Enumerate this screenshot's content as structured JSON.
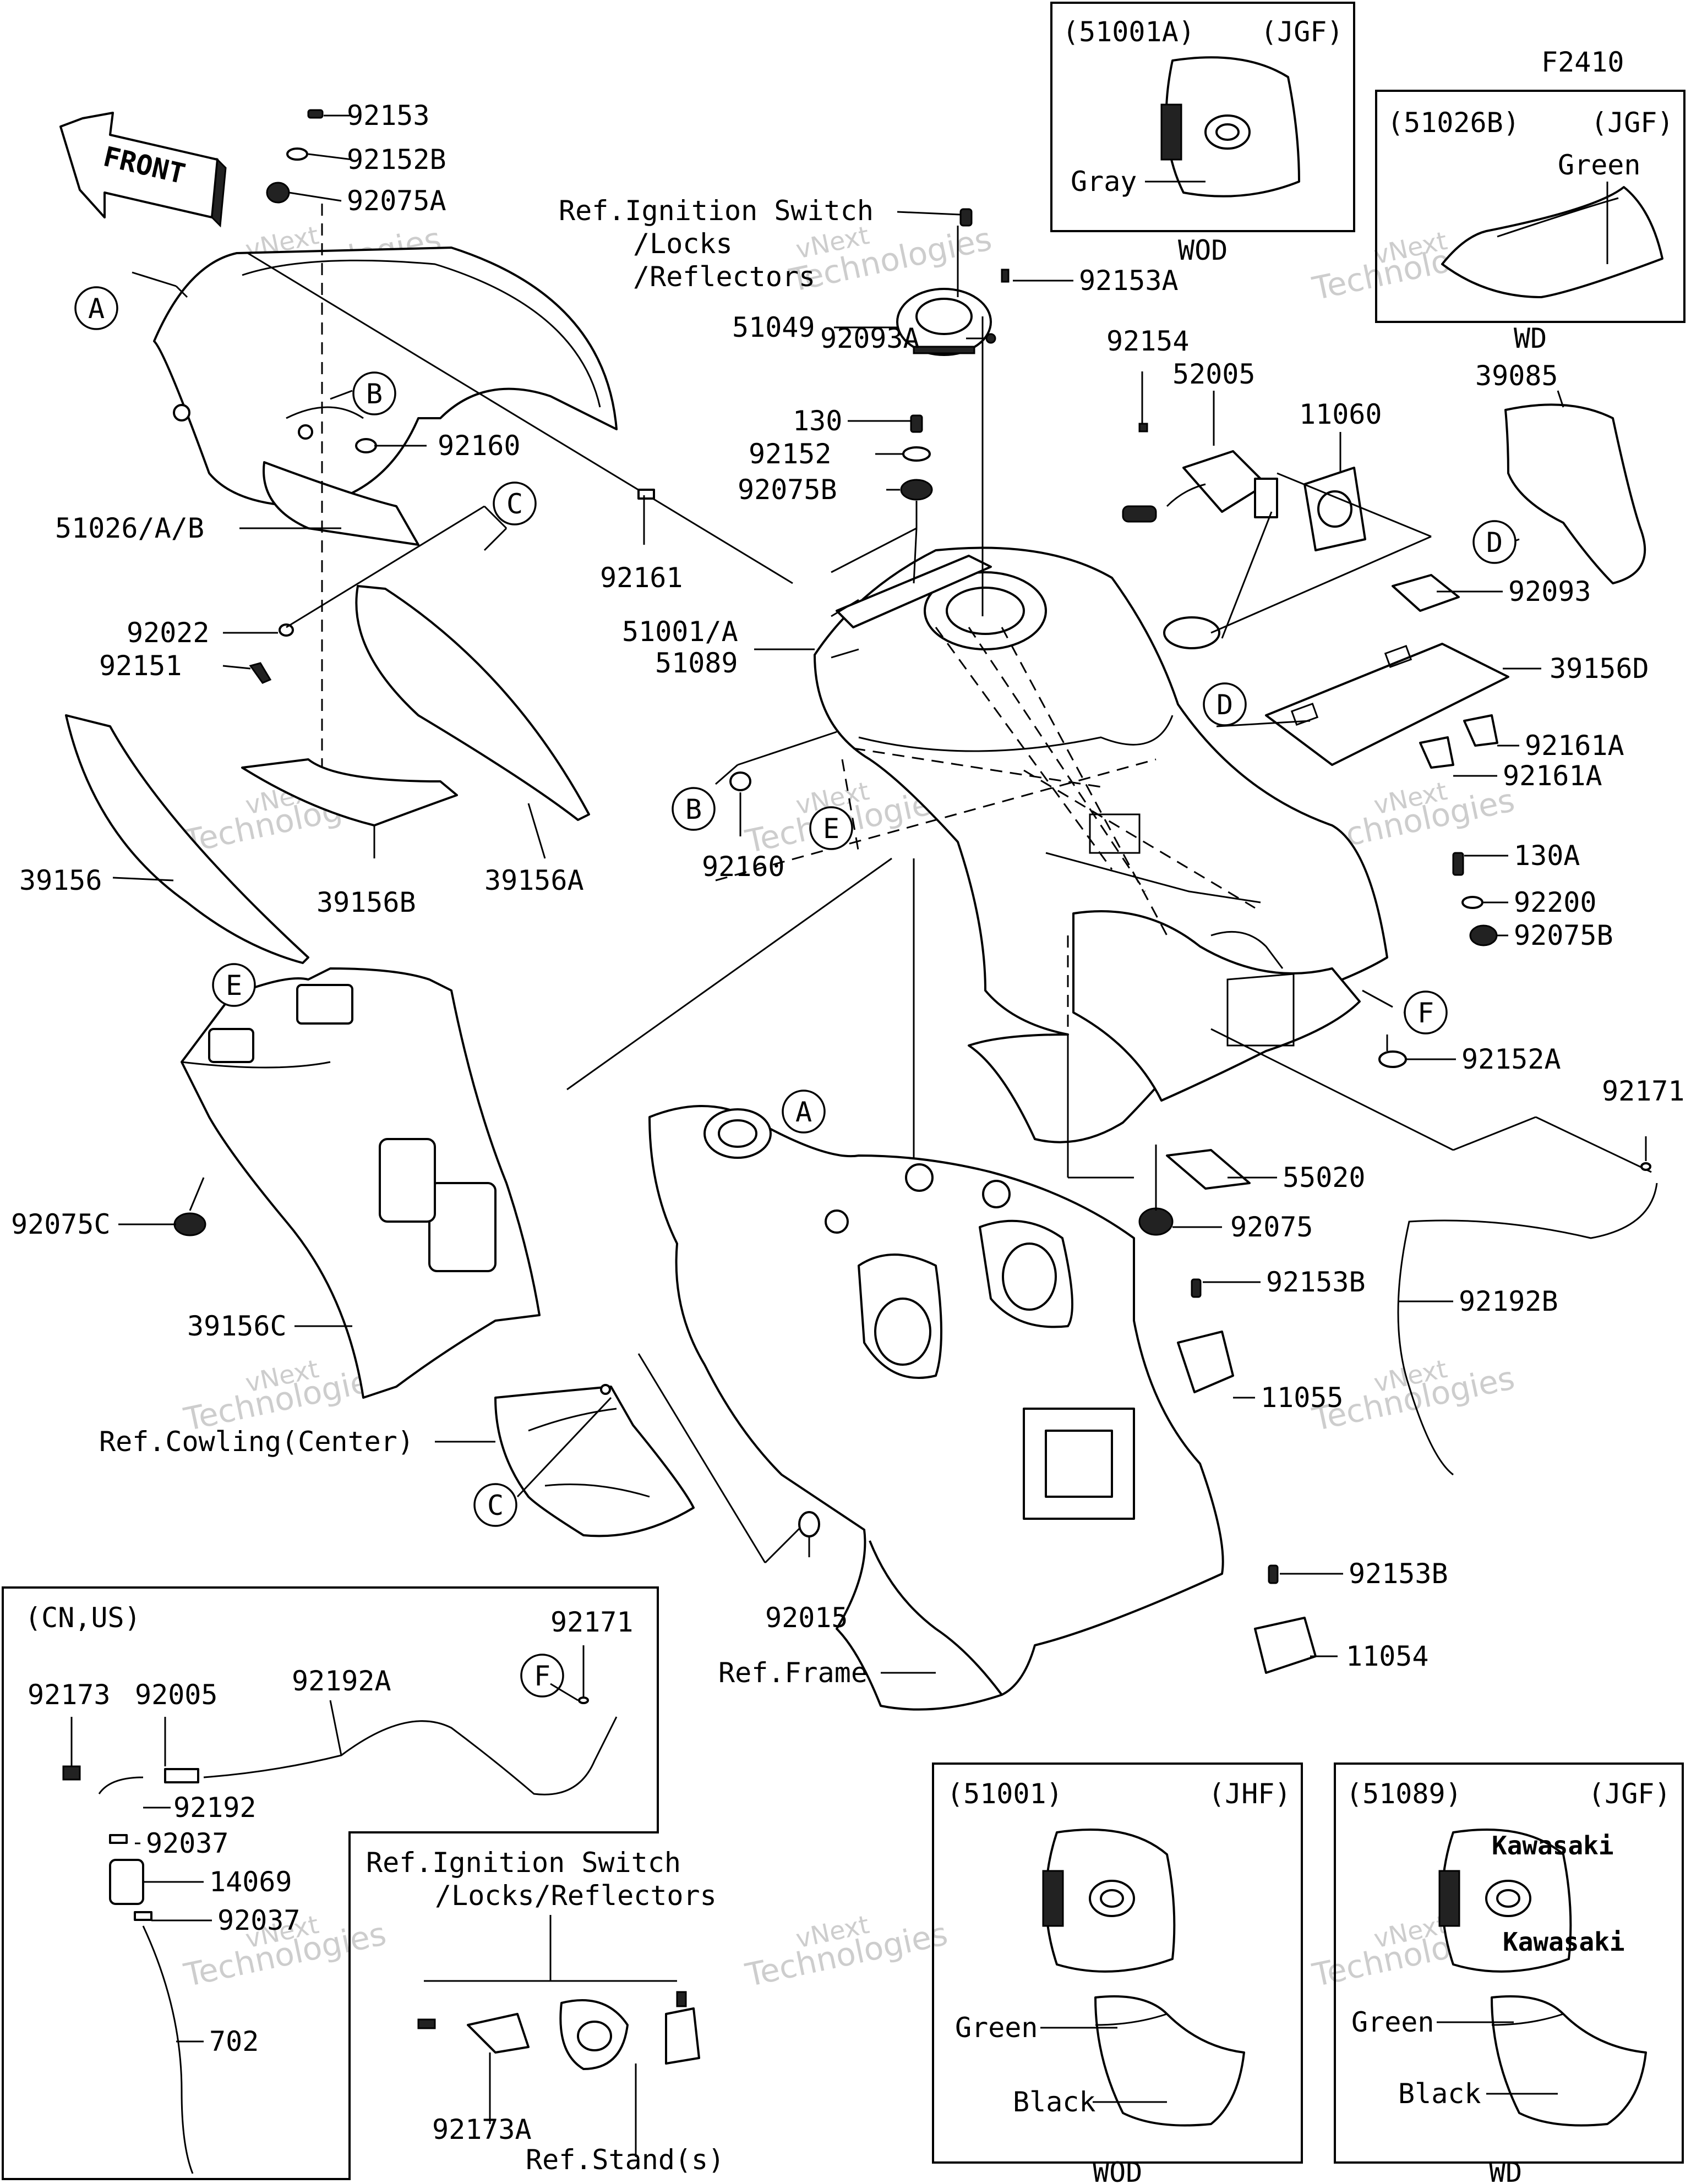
{
  "diagram_id": "F2410",
  "front_arrow": "FRONT",
  "watermark": {
    "line1": "vNext",
    "line2": "Technologies",
    "line3": "vNext Technologies"
  },
  "letters": {
    "a": "A",
    "b": "B",
    "c": "C",
    "d": "D",
    "e": "E",
    "f": "F"
  },
  "parts": {
    "p92153": "92153",
    "p92152B": "92152B",
    "p92075A": "92075A",
    "p51026AB": "51026/A/B",
    "p92160_top": "92160",
    "p92022": "92022",
    "p92151": "92151",
    "p39156": "39156",
    "p39156B": "39156B",
    "p39156A": "39156A",
    "p92161": "92161",
    "ref_ign": "Ref.Ignition Switch",
    "ref_locks": "/Locks",
    "ref_reflectors": "/Reflectors",
    "p92153A": "92153A",
    "p51049": "51049",
    "p92093A": "92093A",
    "p130": "130",
    "p92152": "92152",
    "p92075B": "92075B",
    "p51001A": "51001/A",
    "p51089": "51089",
    "p92160_mid": "92160",
    "p92154": "92154",
    "p52005": "52005",
    "p11060": "11060",
    "p39085": "39085",
    "p92093": "92093",
    "p39156D": "39156D",
    "p92161A_1": "92161A",
    "p92161A_2": "92161A",
    "p130A": "130A",
    "p92200": "92200",
    "p92075B_2": "92075B",
    "p92152A": "92152A",
    "p92171": "92171",
    "p55020": "55020",
    "p92075": "92075",
    "p92153B_1": "92153B",
    "p92192B": "92192B",
    "p11055": "11055",
    "p92075C": "92075C",
    "p39156C": "39156C",
    "ref_cowling": "Ref.Cowling(Center)",
    "p92015": "92015",
    "ref_frame": "Ref.Frame",
    "p92153B_2": "92153B",
    "p11054": "11054"
  },
  "inset_51001A": {
    "code": "(51001A)",
    "variant": "(JGF)",
    "color": "Gray",
    "note": "WOD"
  },
  "inset_51026B": {
    "code": "(51026B)",
    "variant": "(JGF)",
    "color": "Green",
    "note": "WD"
  },
  "inset_cnus": {
    "region": "(CN,US)",
    "p92171": "92171",
    "p92173": "92173",
    "p92005": "92005",
    "p92192A": "92192A",
    "p92192": "92192",
    "p92037_1": "92037",
    "p14069": "14069",
    "p92037_2": "92037",
    "p702": "702"
  },
  "inset_ref": {
    "line1": "Ref.Ignition Switch",
    "line2": "/Locks/Reflectors",
    "p92173A": "92173A",
    "ref_stand": "Ref.Stand(s)"
  },
  "inset_51001": {
    "code": "(51001)",
    "variant": "(JHF)",
    "color1": "Green",
    "color2": "Black",
    "note": "WOD"
  },
  "inset_51089": {
    "code": "(51089)",
    "variant": "(JGF)",
    "color1": "Green",
    "color2": "Black",
    "note": "WD",
    "logo": "Kawasaki"
  }
}
